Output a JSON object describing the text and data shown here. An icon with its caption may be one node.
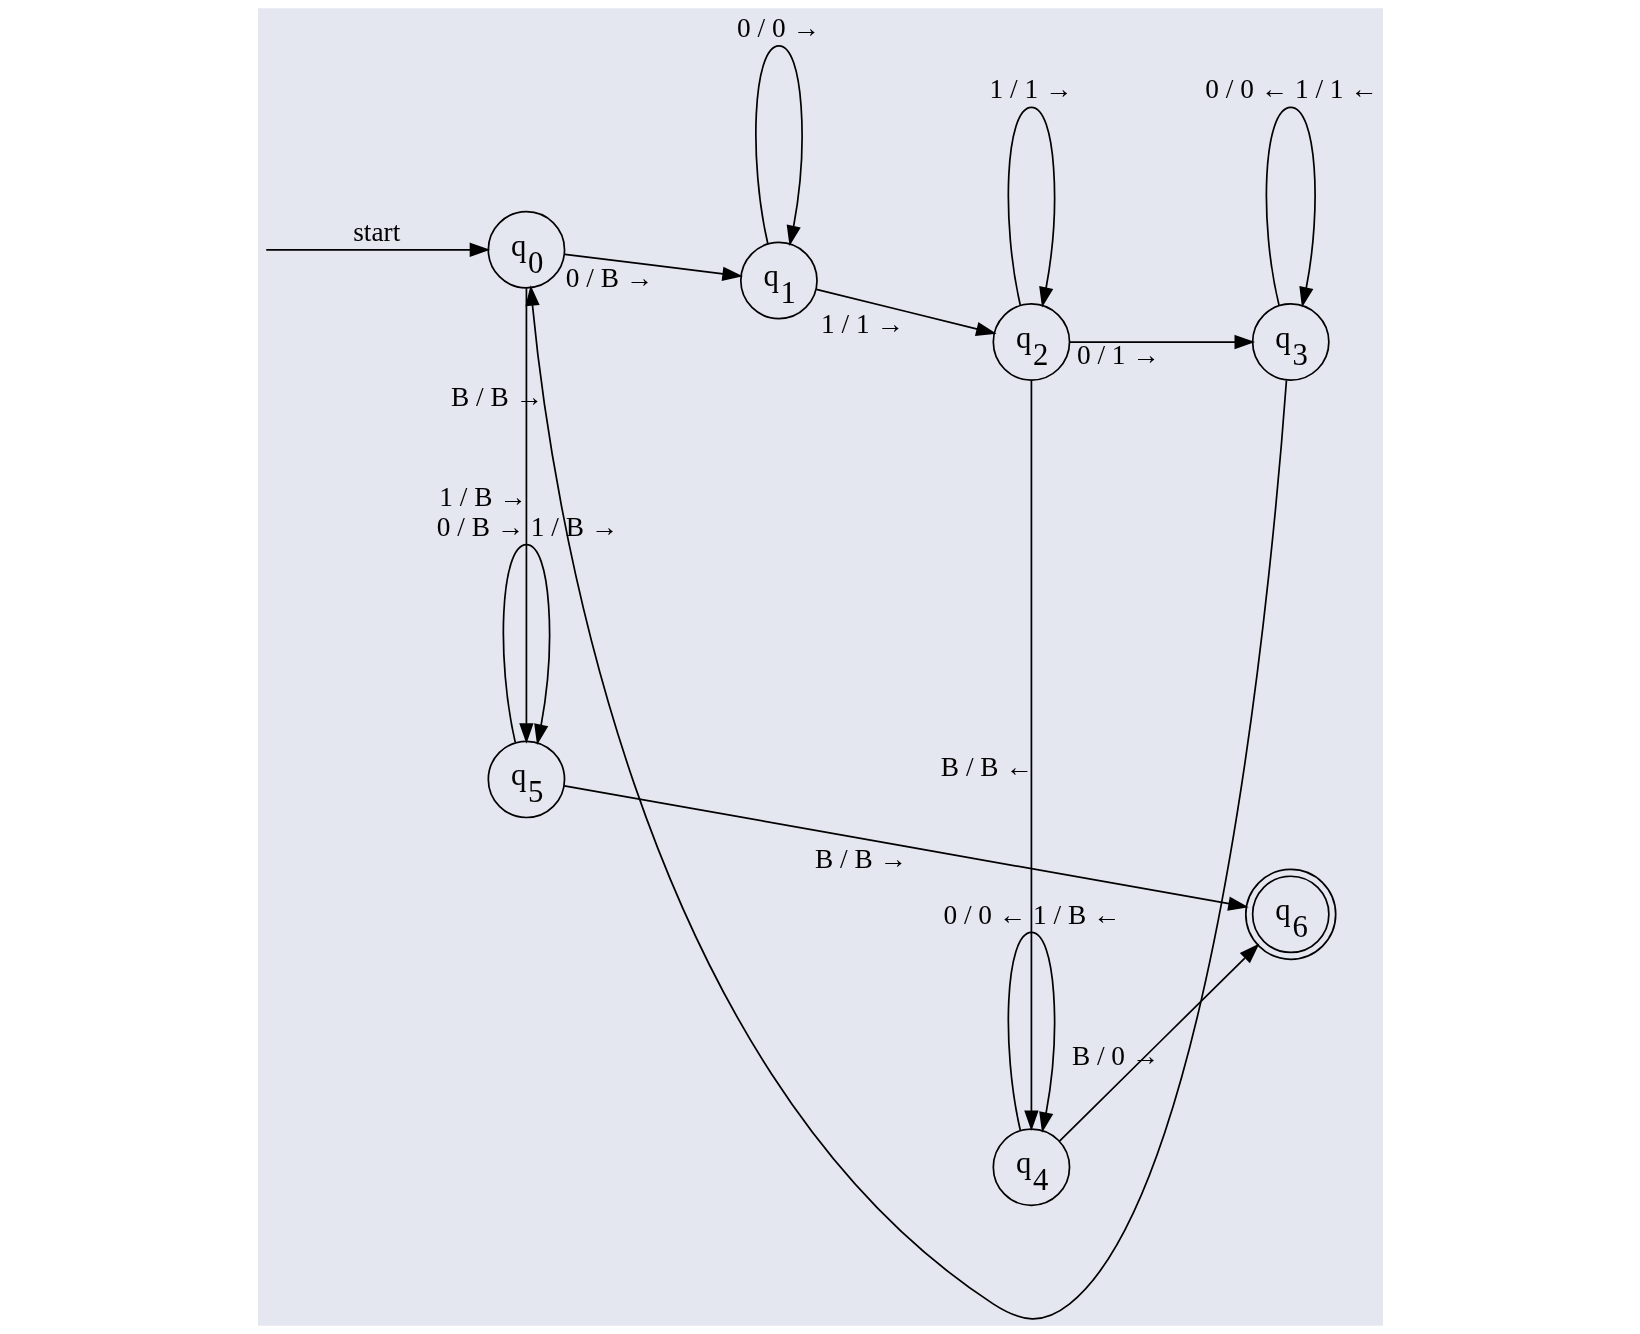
{
  "diagram": {
    "nodes": [
      {
        "text": [
          "q$_{0}$"
        ]
      },
      {
        "text": [
          "q$_{1}$"
        ]
      },
      {
        "text": [
          "q$_{2}$"
        ]
      },
      {
        "text": [
          "q$_{3}$"
        ]
      },
      {
        "text": [
          "q$_{4}$"
        ]
      },
      {
        "text": [
          "q$_{5}$"
        ]
      },
      {
        "text": [
          "q$_{6}$"
        ]
      }
    ],
    "edges": [
      {
        "from": null,
        "to": 0,
        "arrow": "to",
        "label": "start"
      },
      {
        "from": 0,
        "to": 1,
        "arrow": "to",
        "label": "0 / B →"
      },
      {
        "from": 1,
        "to": 1,
        "arrow": "to",
        "label": "0 / 0 →"
      },
      {
        "from": 1,
        "to": 2,
        "arrow": "to",
        "label": "1 / 1 →"
      },
      {
        "from": 2,
        "to": 2,
        "arrow": "to",
        "label": "1 / 1 →"
      },
      {
        "from": 2,
        "to": 3,
        "arrow": "to",
        "label": "0 / 1 →"
      },
      {
        "from": 3,
        "to": 3,
        "arrow": "to",
        "label": "0 / 0 ← 1 / 1 ←"
      },
      {
        "from": 3,
        "to": 0,
        "arrow": "to",
        "label": "B / B →"
      },
      {
        "from": 0,
        "to": 5,
        "arrow": "to",
        "label": "1 / B →"
      },
      {
        "from": 2,
        "to": 4,
        "arrow": "to",
        "label": "B / B ←"
      },
      {
        "from": 5,
        "to": 6,
        "arrow": "to",
        "label": "B / B →"
      },
      {
        "from": 4,
        "to": 6,
        "arrow": "to",
        "label": "B / 0 →"
      },
      {
        "from": 4,
        "to": 4,
        "arrow": "to",
        "label": "0 / 0 ← 1 / B ←"
      },
      {
        "from": 5,
        "to": 5,
        "arrow": "to",
        "label": "0 / B → 1 / B →"
      }
    ]
  }
}
